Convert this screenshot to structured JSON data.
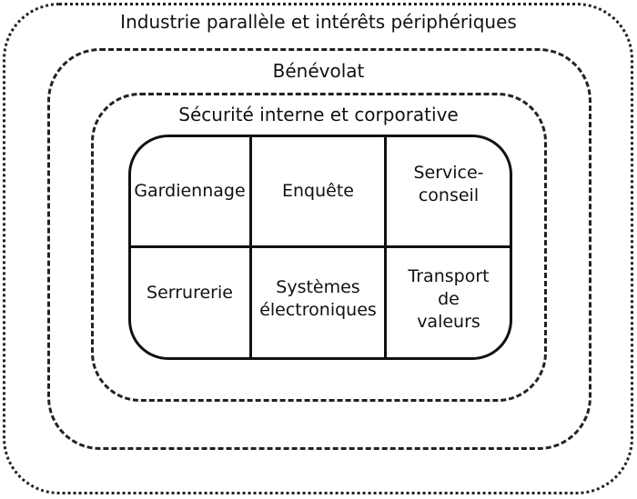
{
  "rings": {
    "outer": "Industrie parallèle et intérêts périphériques",
    "middle": "Bénévolat",
    "inner": "Sécurité interne et corporative"
  },
  "core": {
    "cells": [
      {
        "lines": [
          "Gardiennage"
        ]
      },
      {
        "lines": [
          "Enquête"
        ]
      },
      {
        "lines": [
          "Service-",
          "conseil"
        ]
      },
      {
        "lines": [
          "Serrurerie"
        ]
      },
      {
        "lines": [
          "Systèmes",
          "électroniques"
        ]
      },
      {
        "lines": [
          "Transport",
          "de",
          "valeurs"
        ]
      }
    ]
  }
}
